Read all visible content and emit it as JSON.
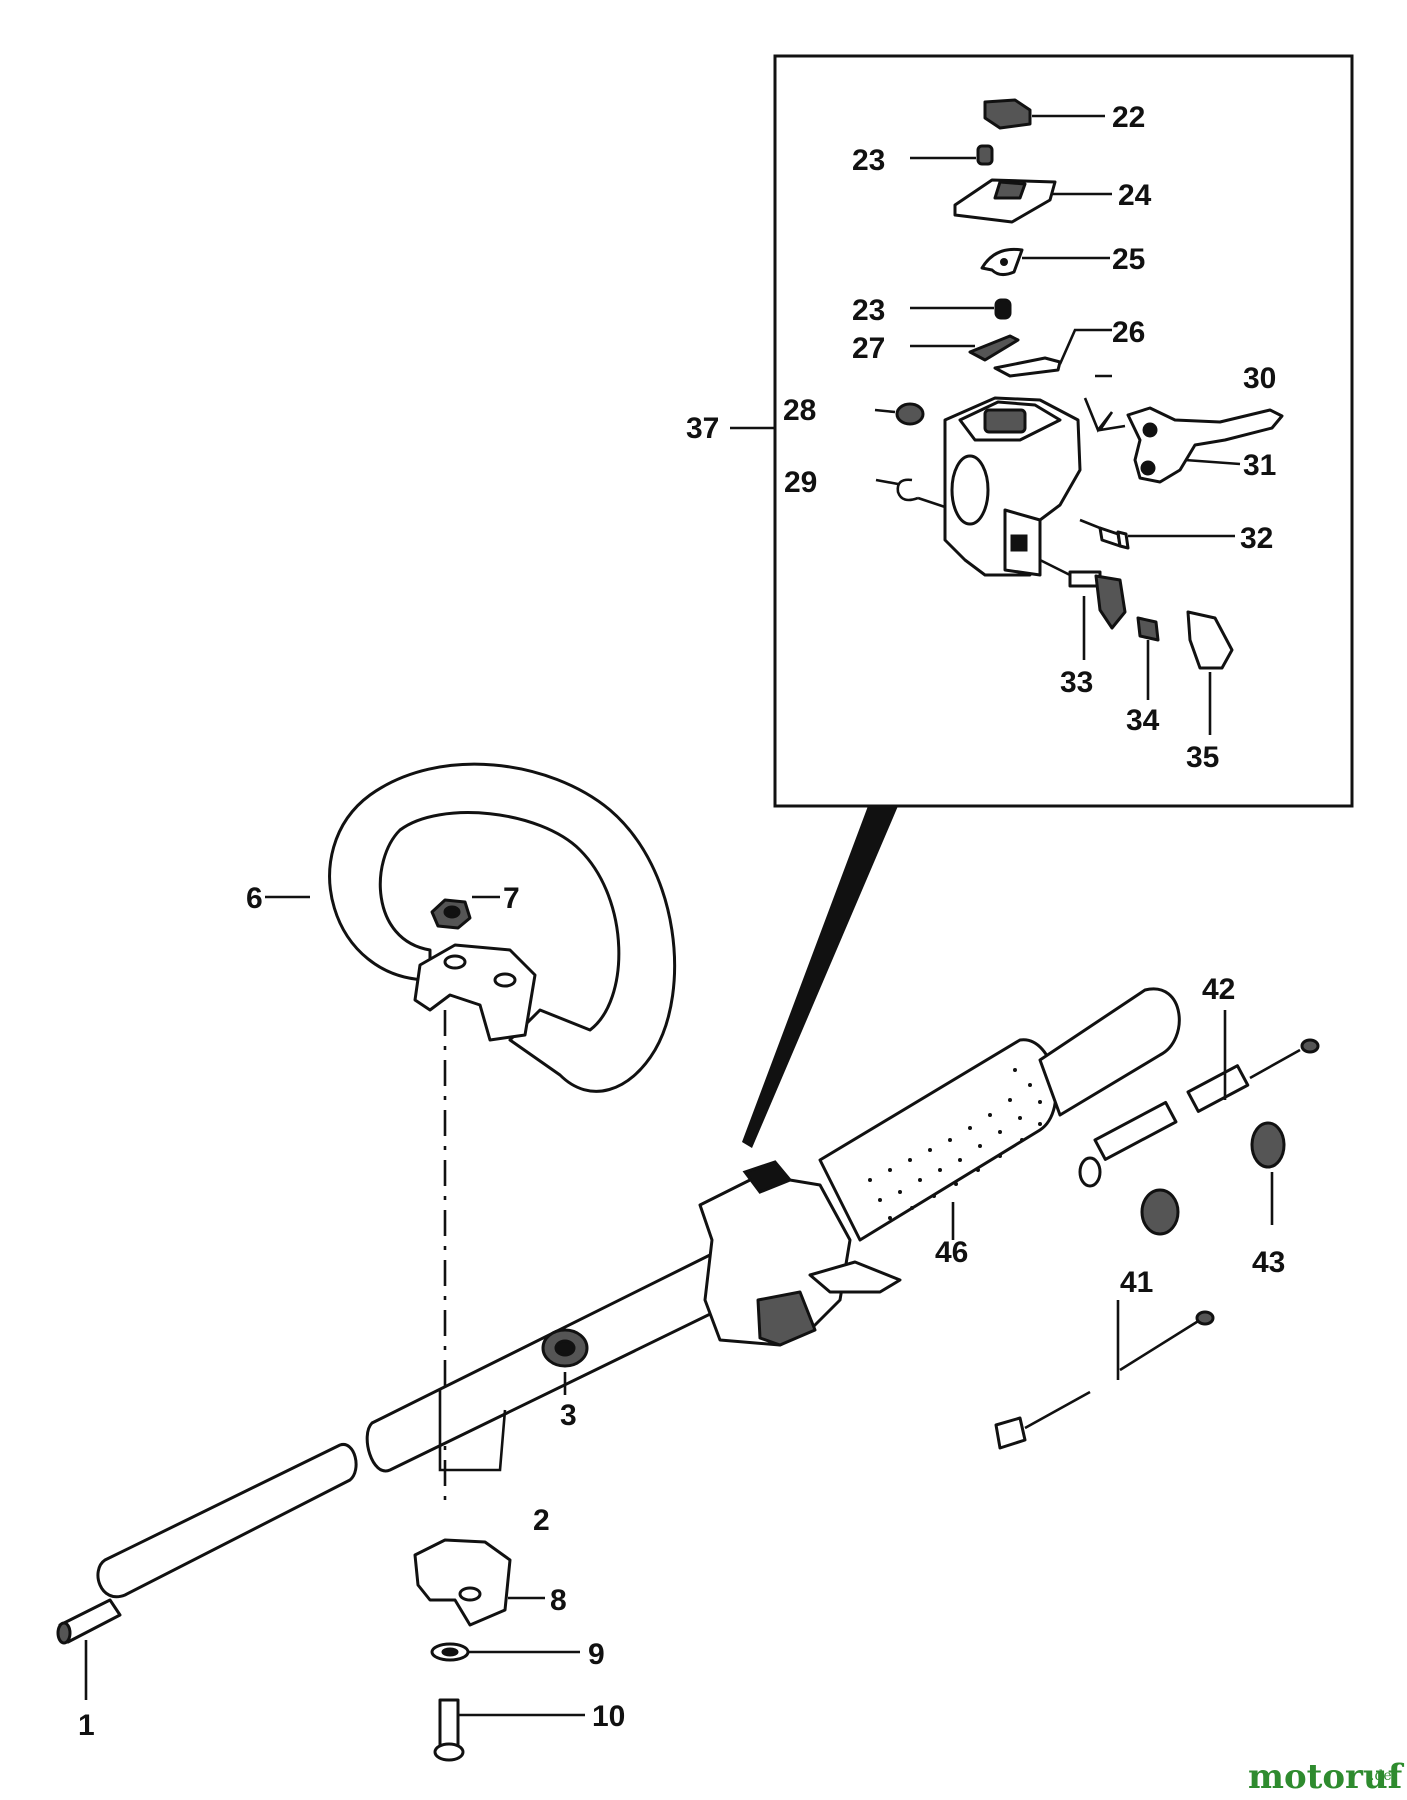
{
  "labels": {
    "p1": "1",
    "p2": "2",
    "p3": "3",
    "p6": "6",
    "p7": "7",
    "p8": "8",
    "p9": "9",
    "p10": "10",
    "p22": "22",
    "p23a": "23",
    "p23b": "23",
    "p24": "24",
    "p25": "25",
    "p26": "26",
    "p27": "27",
    "p28": "28",
    "p29": "29",
    "p30": "30",
    "p31": "31",
    "p32": "32",
    "p33": "33",
    "p34": "34",
    "p35": "35",
    "p37": "37",
    "p41": "41",
    "p42": "42",
    "p43": "43",
    "p46": "46"
  },
  "watermark": {
    "brand": "motoruf",
    "suffix": ".de"
  }
}
